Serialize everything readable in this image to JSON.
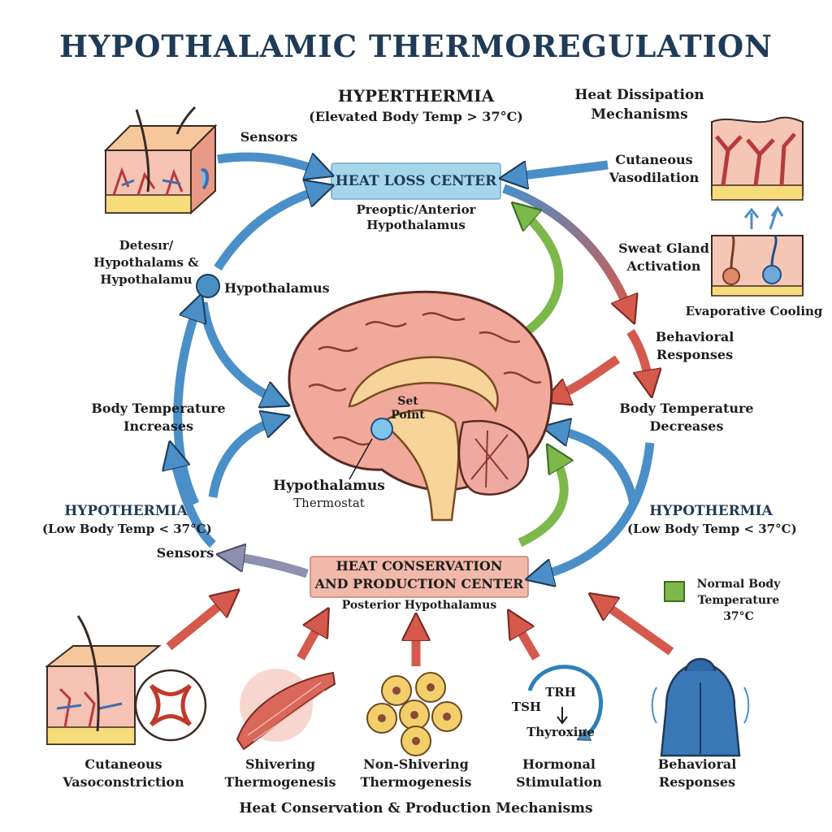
{
  "title": "HYPOTHALAMIC THERMOREGULATION",
  "hyperthermia": {
    "heading": "HYPERTHERMIA",
    "sub": "(Elevated Body Temp > 37°C)"
  },
  "heat_loss_center": {
    "label": "HEAT LOSS CENTER",
    "sub1": "Preoptic/Anterior",
    "sub2": "Hypothalamus"
  },
  "heat_dissipation": {
    "heading1": "Heat Dissipation",
    "heading2": "Mechanisms",
    "vasodilation1": "Cutaneous",
    "vasodilation2": "Vasodilation",
    "sweat1": "Sweat Gland",
    "sweat2": "Activation",
    "evaporative": "Evaporative Cooling",
    "behavioral1": "Behavioral",
    "behavioral2": "Responses"
  },
  "left_upper": {
    "sensors": "Sensors",
    "skin1": "Detesır/",
    "skin2": "Hypothalams &",
    "skin3": "Hypothalamu",
    "node": "Hypothalamus",
    "temp1": "Body Temperature",
    "temp2": "Increases"
  },
  "brain": {
    "set1": "Set",
    "set2": "Point",
    "hypo": "Hypothalamus",
    "thermostat": "Thermostat"
  },
  "right_mid": {
    "temp1": "Body Temperature",
    "temp2": "Decreases"
  },
  "hypothermia_left": {
    "heading": "HYPOTHERMIA",
    "sub": "(Low Body Temp < 37°C)",
    "sensors": "Sensors"
  },
  "hypothermia_right": {
    "heading": "HYPOTHERMIA",
    "sub": "(Low Body Temp < 37°C)"
  },
  "conservation_center": {
    "line1": "HEAT CONSERVATION",
    "line2": "AND PRODUCTION CENTER",
    "sub": "Posterior Hypothalamus"
  },
  "legend": {
    "line1": "Normal Body",
    "line2": "Temperature",
    "line3": "37°C",
    "color": "#7cb84a"
  },
  "hormonal_icon": {
    "trh": "TRH",
    "tsh": "TSH",
    "thyroxine": "Thyroxine"
  },
  "bottom_mechanisms": [
    {
      "line1": "Cutaneous",
      "line2": "Vasoconstriction"
    },
    {
      "line1": "Shivering",
      "line2": "Thermogenesis"
    },
    {
      "line1": "Non-Shivering",
      "line2": "Thermogenesis"
    },
    {
      "line1": "Hormonal",
      "line2": "Stimulation"
    },
    {
      "line1": "Behavioral",
      "line2": "Responses"
    }
  ],
  "footer": "Heat Conservation & Production Mechanisms",
  "colors": {
    "blue_arrow": "#4a8fc8",
    "red_arrow": "#d5594c",
    "green_arrow": "#7cb84a",
    "title": "#1f3b57",
    "heat_loss_box": "#a6d6ec",
    "conservation_box": "#f1b9a9"
  }
}
